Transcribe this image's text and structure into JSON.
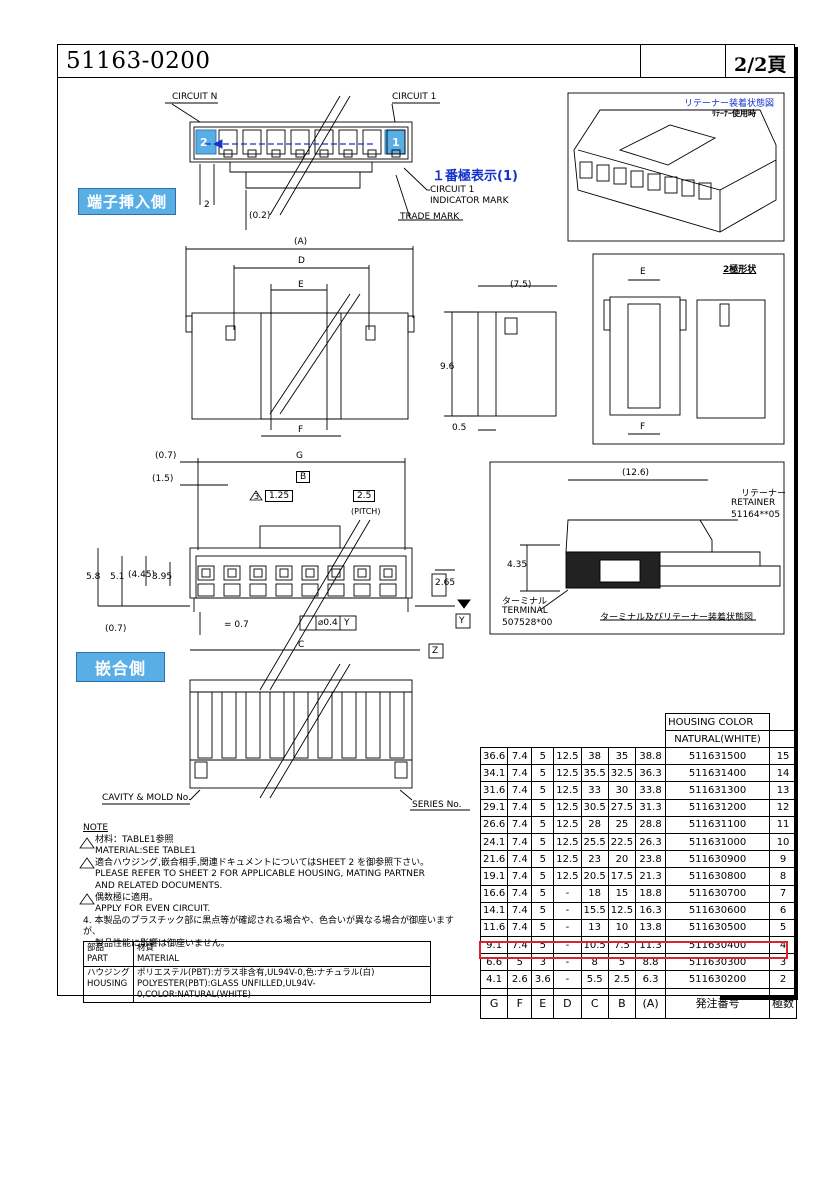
{
  "header": {
    "part_number": "51163-0200",
    "page": "2/2頁"
  },
  "top_view": {
    "circuit_n": "CIRCUIT N",
    "circuit_1": "CIRCUIT 1",
    "num_left": "2",
    "num_right": "1",
    "circuit1_indicator": "CIRCUIT 1\nINDICATOR MARK",
    "circuit1_indicator_l1": "CIRCUIT 1",
    "circuit1_indicator_l2": "INDICATOR MARK",
    "trade_mark": "TRADE MARK",
    "blue_note": "１番極表示(1)",
    "side_label_insert": "端子挿入側",
    "dim_2": "2",
    "dim_02": "(0.2)"
  },
  "iso_view": {
    "caption": "リテーナー装着状態図",
    "sub": "ﾘﾃｰﾅｰ使用時"
  },
  "front_view": {
    "A": "(A)",
    "D": "D",
    "E": "E",
    "F": "F"
  },
  "side_view": {
    "d75": "(7.5)",
    "d96": "9.6",
    "d05": "0.5"
  },
  "two_pole": {
    "caption": "2極形状",
    "E": "E",
    "F": "F"
  },
  "bottom_view": {
    "d07a": "(0.7)",
    "d15": "(1.5)",
    "G": "G",
    "B": "B",
    "d125": "1.25",
    "d25": "2.5",
    "pitch": "(PITCH)",
    "d58": "5.8",
    "d51": "5.1",
    "d445": "(4.45)",
    "d395": "3.95",
    "d265": "2.65",
    "d07b": "(0.7)",
    "eq07": "= 0.7",
    "tol": "⌀0.4",
    "Y": "Y",
    "Z": "Z",
    "C": "C",
    "tri3": "3"
  },
  "retainer_view": {
    "d126": "(12.6)",
    "retainer_jp": "リテーナー",
    "retainer_en": "RETAINER",
    "retainer_pn": "51164**05",
    "d435": "4.35",
    "terminal_jp": "ターミナル",
    "terminal_en": "TERMINAL",
    "terminal_pn": "507528*00",
    "caption": "ターミナル及びリテーナー装着状態図"
  },
  "mating_view": {
    "side_label": "嵌合側",
    "cavity": "CAVITY & MOLD No.",
    "series": "SERIES No."
  },
  "notes": {
    "title": "NOTE",
    "n1_jp": "材料：TABLE1参照",
    "n1_en": "MATERIAL:SEE TABLE1",
    "n2_jp": "適合ハウジング,嵌合相手,関連ドキュメントについてはSHEET 2 を御参照下さい。",
    "n2_en1": "PLEASE REFER TO SHEET 2 FOR APPLICABLE HOUSING, MATING PARTNER",
    "n2_en2": "AND RELATED DOCUMENTS.",
    "n3_jp": "偶数極に適用。",
    "n3_en": "APPLY FOR EVEN CIRCUIT.",
    "n4_l1": "4. 本製品のプラスチック部に黒点等が確認される場合や、色合いが異なる場合が御座いますが、",
    "n4_l2": "製品性能に影響は御座いません。"
  },
  "material_table": {
    "h1_jp": "部品",
    "h1_en": "PART",
    "h2_jp": "材質",
    "h2_en": "MATERIAL",
    "r1_jp": "ハウジング",
    "r1_en": "HOUSING",
    "r2_jp": "ポリエステル(PBT):ガラス非含有,UL94V-0,色:ナチュラル(白)",
    "r2_en": "POLYESTER(PBT):GLASS UNFILLED,UL94V-0,COLOR:NATURAL(WHITE)"
  },
  "spec_table": {
    "housing_color": "HOUSING COLOR",
    "natural": "NATURAL(WHITE)",
    "rows": [
      [
        "36.6",
        "7.4",
        "5",
        "12.5",
        "38",
        "35",
        "38.8",
        "511631500",
        "15"
      ],
      [
        "34.1",
        "7.4",
        "5",
        "12.5",
        "35.5",
        "32.5",
        "36.3",
        "511631400",
        "14"
      ],
      [
        "31.6",
        "7.4",
        "5",
        "12.5",
        "33",
        "30",
        "33.8",
        "511631300",
        "13"
      ],
      [
        "29.1",
        "7.4",
        "5",
        "12.5",
        "30.5",
        "27.5",
        "31.3",
        "511631200",
        "12"
      ],
      [
        "26.6",
        "7.4",
        "5",
        "12.5",
        "28",
        "25",
        "28.8",
        "511631100",
        "11"
      ],
      [
        "24.1",
        "7.4",
        "5",
        "12.5",
        "25.5",
        "22.5",
        "26.3",
        "511631000",
        "10"
      ],
      [
        "21.6",
        "7.4",
        "5",
        "12.5",
        "23",
        "20",
        "23.8",
        "511630900",
        "9"
      ],
      [
        "19.1",
        "7.4",
        "5",
        "12.5",
        "20.5",
        "17.5",
        "21.3",
        "511630800",
        "8"
      ],
      [
        "16.6",
        "7.4",
        "5",
        "-",
        "18",
        "15",
        "18.8",
        "511630700",
        "7"
      ],
      [
        "14.1",
        "7.4",
        "5",
        "-",
        "15.5",
        "12.5",
        "16.3",
        "511630600",
        "6"
      ],
      [
        "11.6",
        "7.4",
        "5",
        "-",
        "13",
        "10",
        "13.8",
        "511630500",
        "5"
      ],
      [
        "9.1",
        "7.4",
        "5",
        "-",
        "10.5",
        "7.5",
        "11.3",
        "511630400",
        "4"
      ],
      [
        "6.6",
        "5",
        "3",
        "-",
        "8",
        "5",
        "8.8",
        "511630300",
        "3"
      ],
      [
        "4.1",
        "2.6",
        "3.6",
        "-",
        "5.5",
        "2.5",
        "6.3",
        "511630200",
        "2"
      ]
    ],
    "footer": [
      "G",
      "F",
      "E",
      "D",
      "C",
      "B",
      "(A)",
      "発注番号",
      "極数"
    ],
    "highlight_color": "#e0202a"
  }
}
